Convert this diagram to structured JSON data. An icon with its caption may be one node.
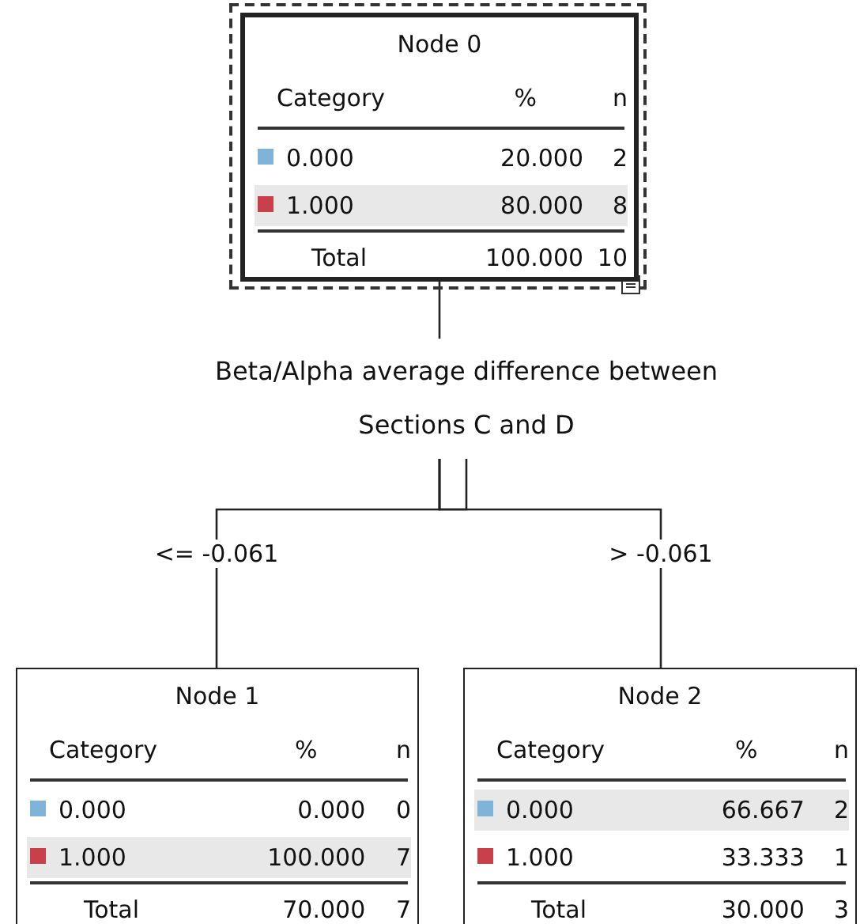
{
  "diagram": {
    "nodes": [
      {
        "text": [
          "Node 0",
          "Category",
          "%",
          "n",
          "0.000",
          "20.000",
          "2",
          "1.000",
          "80.000",
          "8",
          "Total",
          "100.000",
          "10"
        ]
      },
      {
        "text": [
          "Beta/Alpha average difference between Sections C and D"
        ]
      },
      {
        "text": [
          "Node 1",
          "Category",
          "%",
          "n",
          "0.000",
          "0.000",
          "0",
          "1.000",
          "100.000",
          "7",
          "Total",
          "70.000",
          "7"
        ]
      },
      {
        "text": [
          "Node 2",
          "Category",
          "%",
          "n",
          "0.000",
          "66.667",
          "2",
          "1.000",
          "33.333",
          "1",
          "Total",
          "30.000",
          "3"
        ]
      }
    ],
    "edges": [
      {
        "from": 0,
        "to": 1,
        "arrow": "none"
      },
      {
        "from": 1,
        "to": 2,
        "arrow": "none",
        "label": "<= -0.061"
      },
      {
        "from": 1,
        "to": 3,
        "arrow": "none",
        "label": "> -0.061"
      }
    ]
  }
}
